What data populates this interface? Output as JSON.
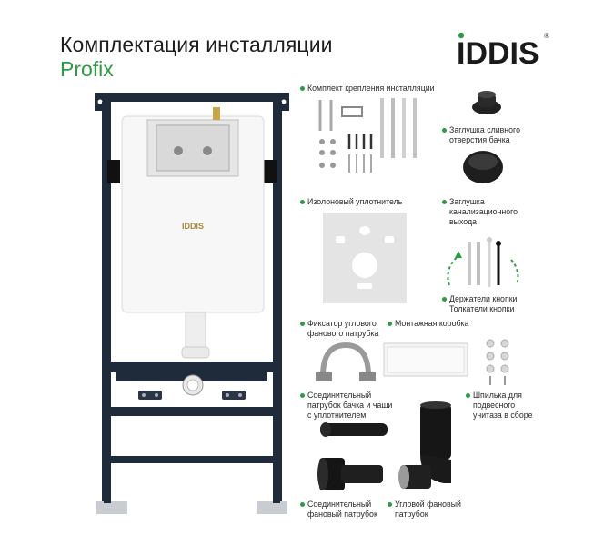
{
  "header": {
    "title": "Комплектация инсталляции",
    "subtitle": "Profix",
    "brand": "IDDIS",
    "brand_mark": "®"
  },
  "frame": {
    "cistern_logo": "IDDIS"
  },
  "components": {
    "mounting_kit": "Комплект крепления инсталляции",
    "drain_plug_1": "Заглушка сливного",
    "drain_plug_2": "отверстия бачка",
    "sewer_plug_1": "Заглушка",
    "sewer_plug_2": "канализационного",
    "sewer_plug_3": "выхода",
    "isolating_seal": "Изолоновый уплотнитель",
    "button_holders": "Держатели кнопки",
    "button_pushers": "Толкатели кнопки",
    "fixator_1": "Фиксатор углового",
    "fixator_2": "фанового патрубка",
    "mount_box": "Монтажная коробка",
    "connector_1": "Соединительный",
    "connector_2": "патрубок бачка и чаши",
    "connector_3": "с уплотнителем",
    "studs_1": "Шпилька для",
    "studs_2": "подвесного",
    "studs_3": "унитаза в сборе",
    "fan_pipe_1": "Соединительный",
    "fan_pipe_2": "фановый патрубок",
    "angle_pipe_1": "Угловой фановый",
    "angle_pipe_2": "патрубок"
  },
  "colors": {
    "accent": "#2f9a45",
    "frame": "#1f2a3a",
    "text": "#222222"
  }
}
